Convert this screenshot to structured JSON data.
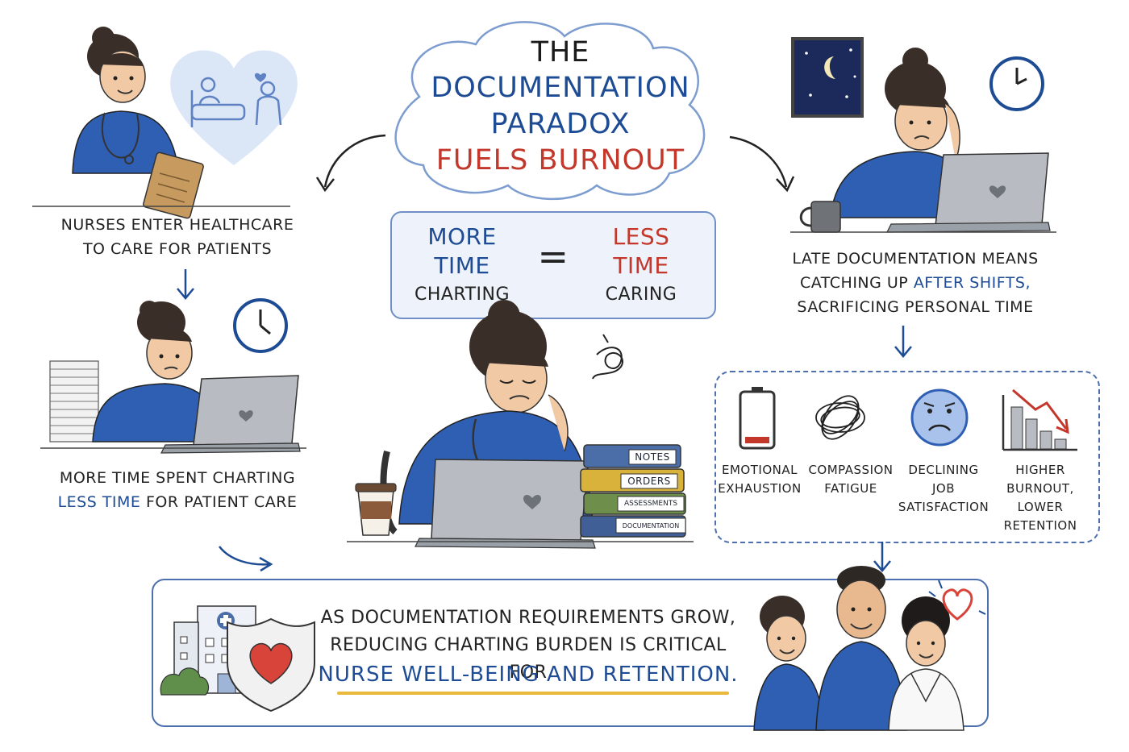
{
  "title": {
    "line1": "THE",
    "line2": "DOCUMENTATION",
    "line3": "PARADOX",
    "line4": "FUELS BURNOUT"
  },
  "equation": {
    "left_top": "MORE",
    "left_mid": "TIME",
    "left_sub": "CHARTING",
    "operator": "=",
    "right_top": "LESS",
    "right_mid": "TIME",
    "right_sub": "CARING"
  },
  "steps": {
    "enter_line1": "NURSES ENTER HEALTHCARE",
    "enter_line2": "TO CARE FOR PATIENTS",
    "charting_line1": "MORE TIME SPENT CHARTING",
    "charting_line2_accent": "LESS TIME",
    "charting_line2_rest": "FOR PATIENT CARE",
    "late_line1": "LATE DOCUMENTATION MEANS",
    "late_line2_start": "CATCHING UP",
    "late_line2_accent": "AFTER SHIFTS,",
    "late_line3": "SACRIFICING PERSONAL TIME"
  },
  "binders": [
    "NOTES",
    "ORDERS",
    "ASSESSMENTS",
    "DOCUMENTATION"
  ],
  "effects": [
    {
      "icon": "battery-low-icon",
      "line1": "EMOTIONAL",
      "line2": "EXHAUSTION",
      "line3": ""
    },
    {
      "icon": "tangle-icon",
      "line1": "COMPASSION",
      "line2": "FATIGUE",
      "line3": ""
    },
    {
      "icon": "sad-face-icon",
      "line1": "DECLINING",
      "line2": "JOB",
      "line3": "SATISFACTION"
    },
    {
      "icon": "declining-chart-icon",
      "line1": "HIGHER",
      "line2": "BURNOUT,",
      "line3": "LOWER",
      "line4": "RETENTION"
    }
  ],
  "conclusion": {
    "line1": "AS DOCUMENTATION REQUIREMENTS GROW,",
    "line2": "REDUCING CHARTING BURDEN IS CRITICAL FOR",
    "line3": "NURSE WELL-BEING AND RETENTION."
  },
  "colors": {
    "navy": "#1d4b94",
    "red": "#c4372b",
    "scrub_blue": "#2f5fb3",
    "light_blue": "#dbe6f7",
    "yellow": "#e8b93a"
  }
}
